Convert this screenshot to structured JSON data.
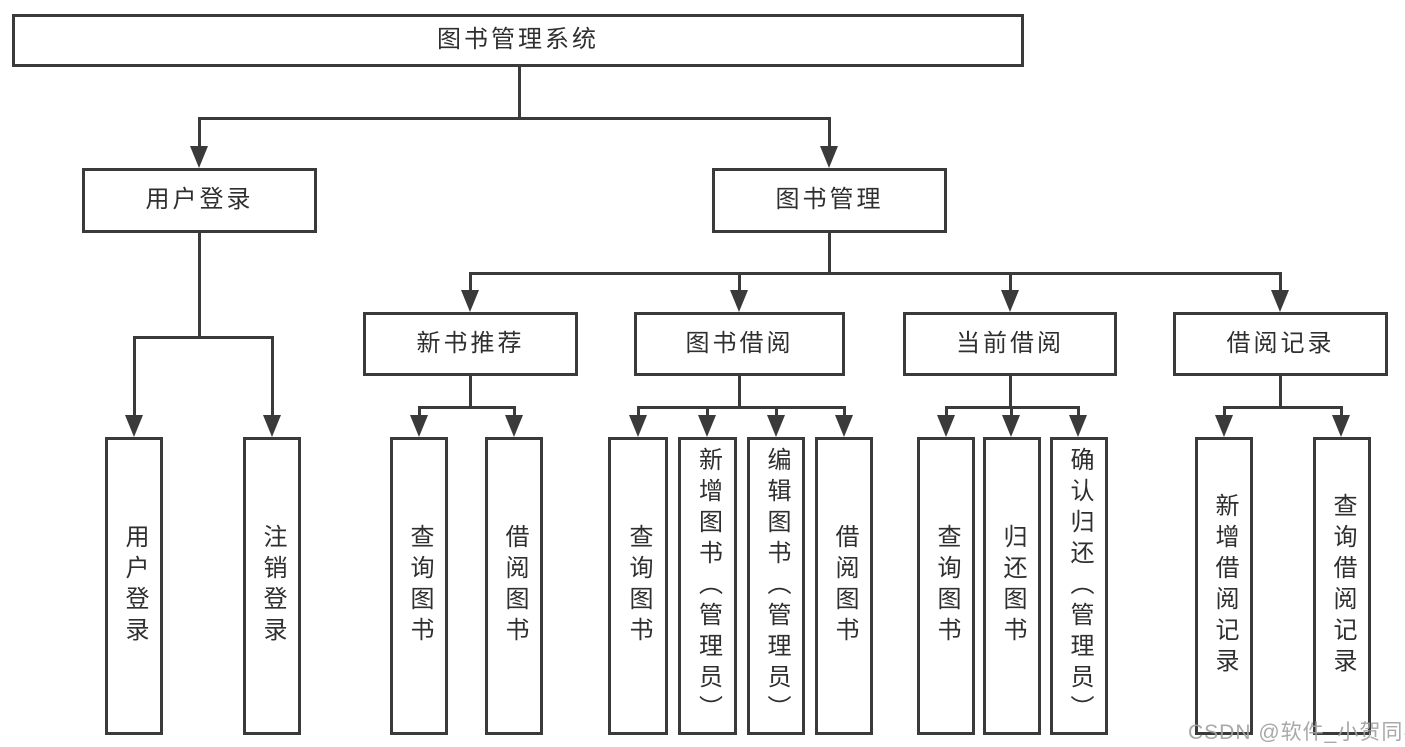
{
  "title": "图书管理系统",
  "watermark": "CSDN @软件_小贺同学",
  "colors": {
    "line": "#3a3a3a",
    "box_border": "#3a3a3a",
    "box_background": "#ffffff",
    "text": "#2f2f2f",
    "page_background": "#ffffff",
    "watermark": "#a2a2a2"
  },
  "tree": {
    "label": "图书管理系统",
    "children": [
      {
        "label": "用户登录",
        "children": [
          {
            "label": "用户登录"
          },
          {
            "label": "注销登录"
          }
        ]
      },
      {
        "label": "图书管理",
        "children": [
          {
            "label": "新书推荐",
            "children": [
              {
                "label": "查询图书"
              },
              {
                "label": "借阅图书"
              }
            ]
          },
          {
            "label": "图书借阅",
            "children": [
              {
                "label": "查询图书"
              },
              {
                "label": "新增图书（管理员）"
              },
              {
                "label": "编辑图书（管理员）"
              },
              {
                "label": "借阅图书"
              }
            ]
          },
          {
            "label": "当前借阅",
            "children": [
              {
                "label": "查询图书"
              },
              {
                "label": "归还图书"
              },
              {
                "label": "确认归还（管理员）"
              }
            ]
          },
          {
            "label": "借阅记录",
            "children": [
              {
                "label": "新增借阅记录"
              },
              {
                "label": "查询借阅记录"
              }
            ]
          }
        ]
      }
    ]
  }
}
